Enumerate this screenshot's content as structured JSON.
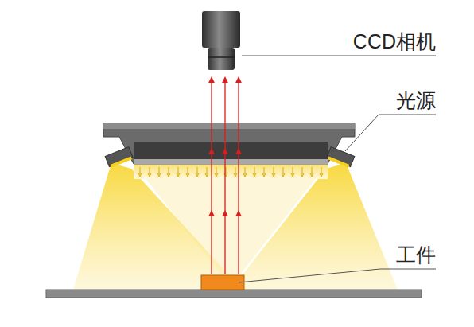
{
  "diagram": {
    "labels": [
      "CCD相机",
      "光源",
      "工件"
    ]
  }
}
